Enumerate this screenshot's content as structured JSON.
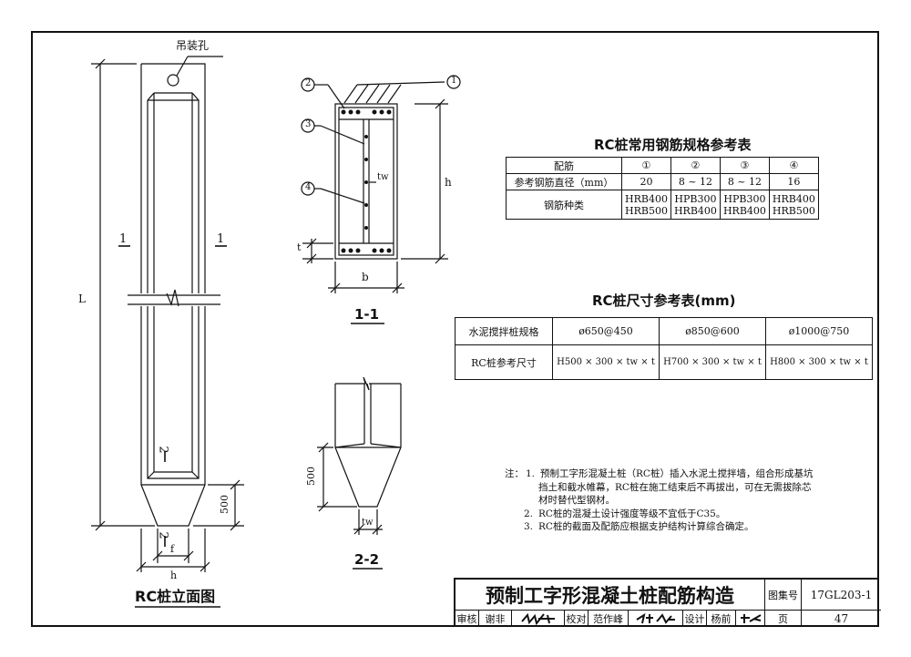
{
  "elevation": {
    "hoist_hole_label": "吊装孔",
    "length_label": "L",
    "section_mark_1_left": "1",
    "section_mark_1_right": "1",
    "section_mark_2_top": "2",
    "section_mark_2_bottom": "2",
    "tip_height_label": "500",
    "f_label": "f",
    "h_label": "h",
    "title": "RC桩立面图"
  },
  "section_1_1": {
    "callouts": [
      "1",
      "2",
      "3",
      "4"
    ],
    "tw_label": "tw",
    "h_label": "h",
    "t_label": "t",
    "b_label": "b",
    "title": "1-1"
  },
  "section_2_2": {
    "height_label": "500",
    "tw_label": "tw",
    "title": "2-2"
  },
  "rebar_table": {
    "title": "RC桩常用钢筋规格参考表",
    "header_label": "配筋",
    "marks": [
      "①",
      "②",
      "③",
      "④"
    ],
    "diameter_label": "参考钢筋直径（mm）",
    "diameters": [
      "20",
      "8 ~ 12",
      "8 ~ 12",
      "16"
    ],
    "grade_label": "钢筋种类",
    "grades": [
      [
        "HRB400",
        "HRB500"
      ],
      [
        "HPB300",
        "HRB400"
      ],
      [
        "HPB300",
        "HRB400"
      ],
      [
        "HRB400",
        "HRB500"
      ]
    ]
  },
  "size_table": {
    "title": "RC桩尺寸参考表(mm)",
    "row1_label": "水泥搅拌桩规格",
    "specs": [
      "ø650@450",
      "ø850@600",
      "ø1000@750"
    ],
    "row2_label": "RC桩参考尺寸",
    "sizes": [
      "H500 × 300 × tw × t",
      "H700 × 300 × tw × t",
      "H800 × 300 × tw × t"
    ]
  },
  "notes": {
    "heading": "注：",
    "items": [
      {
        "no": "1.",
        "lines": [
          "预制工字形混凝土桩（RC桩）插入水泥土搅拌墙，组合形成基坑",
          "挡土和截水帷幕，RC桩在施工结束后不再拔出，可在无需拔除芯",
          "材时替代型钢材。"
        ]
      },
      {
        "no": "2.",
        "lines": [
          "RC桩的混凝土设计强度等级不宜低于C35。"
        ]
      },
      {
        "no": "3.",
        "lines": [
          "RC桩的截面及配筋应根据支护结构计算综合确定。"
        ]
      }
    ]
  },
  "title_block": {
    "drawing_title": "预制工字形混凝土桩配筋构造",
    "atlas_label": "图集号",
    "atlas_no": "17GL203-1",
    "page_label": "页",
    "page_no": "47",
    "review_label": "审核",
    "reviewer": "谢非",
    "check_label": "校对",
    "checker": "范作峰",
    "design_label": "设计",
    "designer": "杨前"
  }
}
